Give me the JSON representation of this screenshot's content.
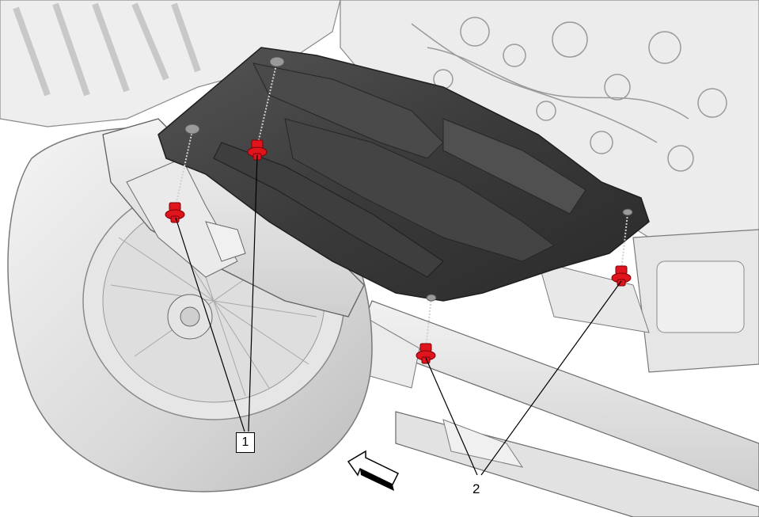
{
  "callouts": [
    {
      "id": "1",
      "label": "1",
      "boxed": true
    },
    {
      "id": "2",
      "label": "2",
      "boxed": false
    }
  ],
  "colors": {
    "fastener": "#e0141c",
    "shield": "#3b3b3b",
    "component": "#e9e9e9",
    "tire": "#dcdcdc",
    "outline": "#6b6b6b"
  },
  "icons": {
    "direction": "forward-arrow-icon"
  }
}
